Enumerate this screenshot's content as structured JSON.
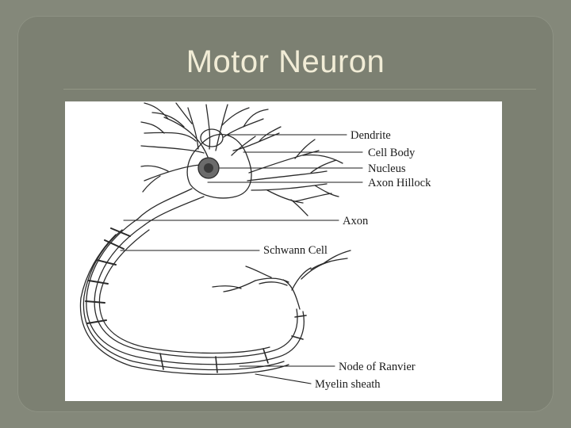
{
  "slide": {
    "title": "Motor Neuron"
  },
  "diagram": {
    "labels": {
      "dendrite": "Dendrite",
      "cell_body": "Cell Body",
      "nucleus": "Nucleus",
      "axon_hillock": "Axon Hillock",
      "axon": "Axon",
      "schwann_cell": "Schwann Cell",
      "node_of_ranvier": "Node of Ranvier",
      "myelin_sheath": "Myelin sheath"
    }
  },
  "colors": {
    "background": "#84887a",
    "title": "#f1ecd6",
    "figure_bg": "#ffffff",
    "ink": "#1b1b1b"
  }
}
